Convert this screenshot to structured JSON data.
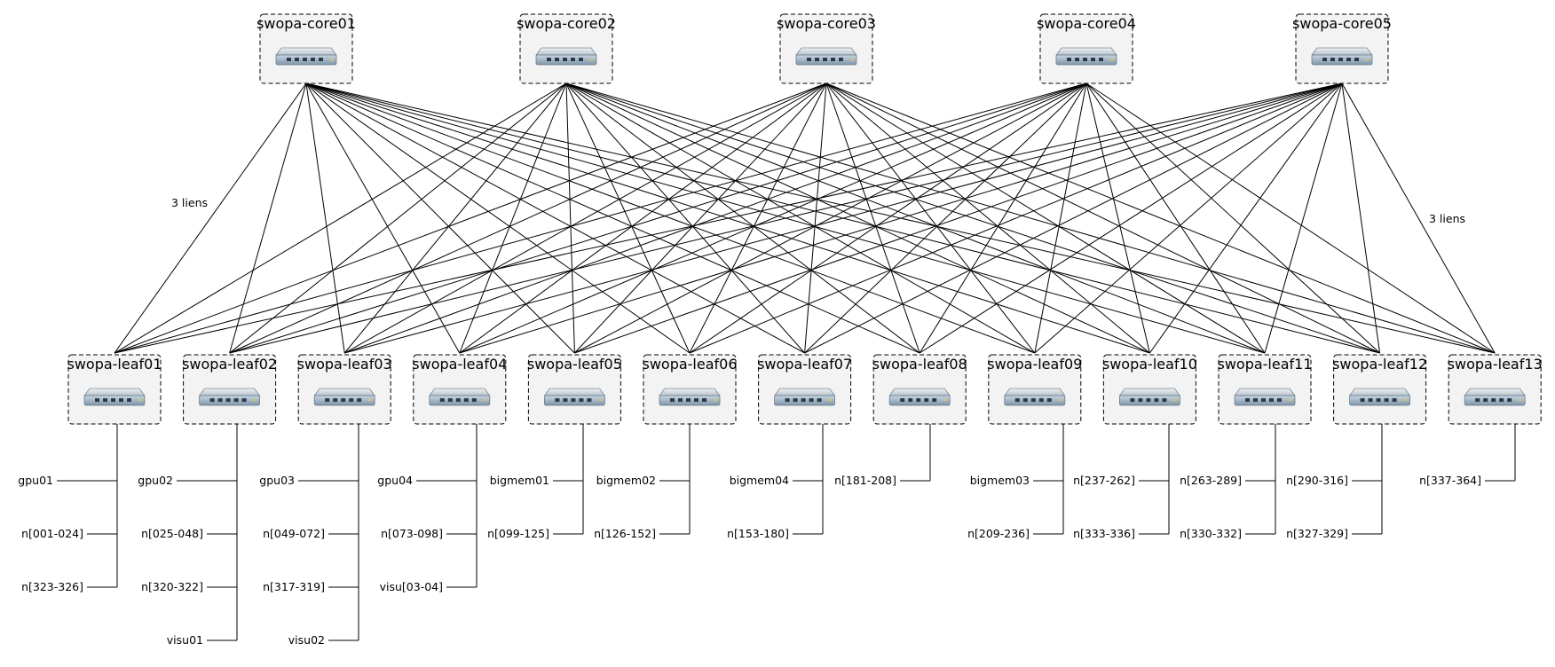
{
  "diagram": {
    "core_switches": [
      {
        "label": "swopa-core01"
      },
      {
        "label": "swopa-core02"
      },
      {
        "label": "swopa-core03"
      },
      {
        "label": "swopa-core04"
      },
      {
        "label": "swopa-core05"
      }
    ],
    "leaf_switches": [
      {
        "label": "swopa-leaf01",
        "hosts": [
          "gpu01",
          "n[001-024]",
          "n[323-326]"
        ]
      },
      {
        "label": "swopa-leaf02",
        "hosts": [
          "gpu02",
          "n[025-048]",
          "n[320-322]",
          "visu01"
        ]
      },
      {
        "label": "swopa-leaf03",
        "hosts": [
          "gpu03",
          "n[049-072]",
          "n[317-319]",
          "visu02"
        ]
      },
      {
        "label": "swopa-leaf04",
        "hosts": [
          "gpu04",
          "n[073-098]",
          "visu[03-04]"
        ]
      },
      {
        "label": "swopa-leaf05",
        "hosts": [
          "bigmem01",
          "n[099-125]"
        ]
      },
      {
        "label": "swopa-leaf06",
        "hosts": [
          "bigmem02",
          "n[126-152]"
        ]
      },
      {
        "label": "swopa-leaf07",
        "hosts": [
          "bigmem04",
          "n[153-180]"
        ]
      },
      {
        "label": "swopa-leaf08",
        "hosts": [
          "n[181-208]"
        ]
      },
      {
        "label": "swopa-leaf09",
        "hosts": [
          "bigmem03",
          "n[209-236]"
        ]
      },
      {
        "label": "swopa-leaf10",
        "hosts": [
          "n[237-262]",
          "n[333-336]"
        ]
      },
      {
        "label": "swopa-leaf11",
        "hosts": [
          "n[263-289]",
          "n[330-332]"
        ]
      },
      {
        "label": "swopa-leaf12",
        "hosts": [
          "n[290-316]",
          "n[327-329]"
        ]
      },
      {
        "label": "swopa-leaf13",
        "hosts": [
          "n[337-364]"
        ]
      }
    ],
    "link_labels": [
      "3 liens",
      "3 liens"
    ],
    "icon": "network-switch-icon",
    "colors": {
      "box_fill": "#f3f3f3",
      "switch_body": "#9fb4c8",
      "switch_port": "#2b3a4a"
    }
  }
}
